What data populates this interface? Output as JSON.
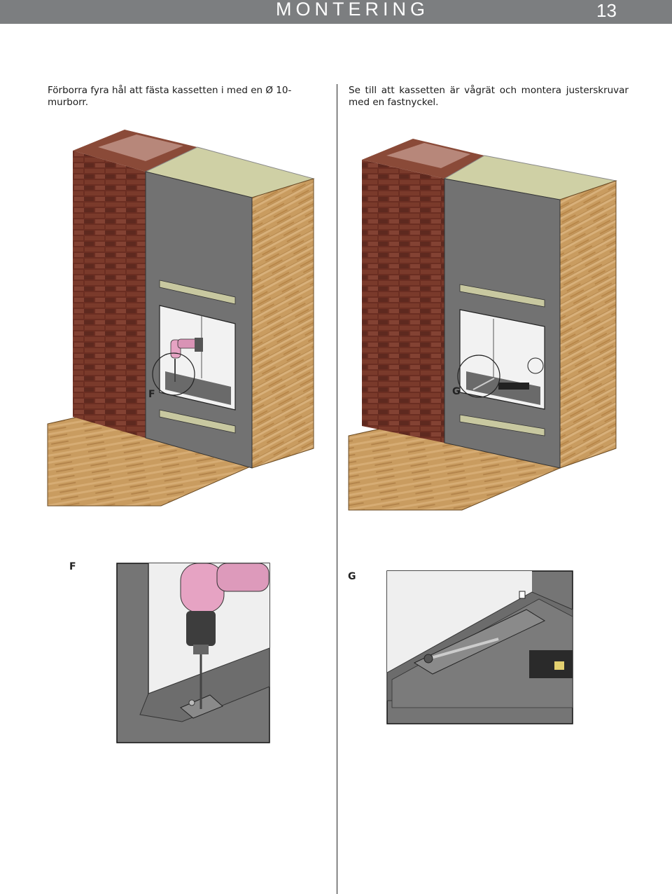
{
  "header": {
    "title": "MONTERING",
    "page_number": "13"
  },
  "left": {
    "caption": "Förborra fyra hål att fästa kassetten i med en Ø 10-murborr.",
    "figure_label": "F",
    "detail_label": "F"
  },
  "right": {
    "caption": "Se till att kassetten är vågrät och montera justerskruvar med en fastnyckel.",
    "figure_label": "G",
    "detail_label": "G"
  },
  "colors": {
    "header_bg": "#7c7e80",
    "brick": "#6b2e22",
    "wood": "#c79a5c",
    "steel": "#707070",
    "drill": "#e6a3c3"
  }
}
